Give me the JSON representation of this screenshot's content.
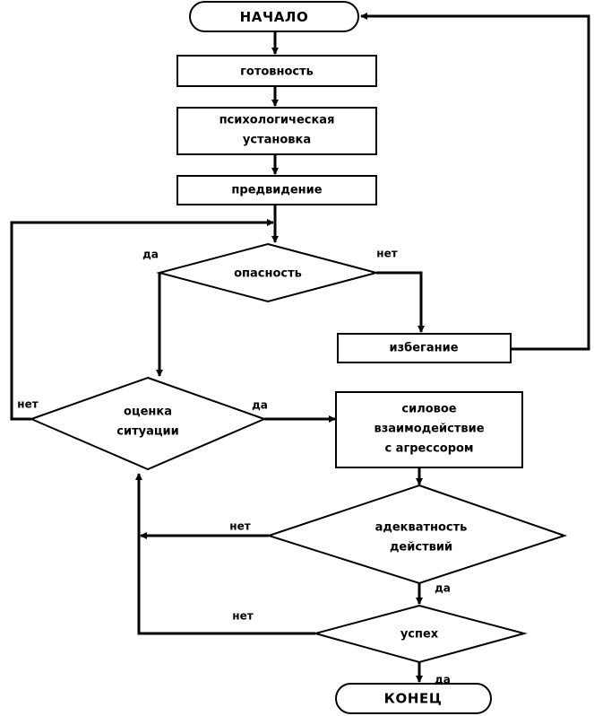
{
  "diagram": {
    "title": "",
    "language": "ru",
    "background_color": "#ffffff",
    "line_color": "#000000",
    "shape_fill": "#ffffff"
  },
  "chart_data": {
    "type": "flowchart",
    "nodes": [
      {
        "id": "start",
        "shape": "terminator",
        "label": "НАЧАЛО"
      },
      {
        "id": "ready",
        "shape": "process",
        "label": "готовность"
      },
      {
        "id": "mindset1",
        "shape": "process",
        "label": "психологическая"
      },
      {
        "id": "mindset2",
        "shape": "process",
        "label": "установка"
      },
      {
        "id": "foresee",
        "shape": "process",
        "label": "предвидение"
      },
      {
        "id": "danger",
        "shape": "decision",
        "label": "опасность"
      },
      {
        "id": "avoid",
        "shape": "process",
        "label": "избегание"
      },
      {
        "id": "assess1",
        "shape": "decision",
        "label": "оценка"
      },
      {
        "id": "assess2",
        "shape": "decision",
        "label": "ситуации"
      },
      {
        "id": "force1",
        "shape": "process",
        "label": "силовое"
      },
      {
        "id": "force2",
        "shape": "process",
        "label": "взаимодействие"
      },
      {
        "id": "force3",
        "shape": "process",
        "label": "с агрессором"
      },
      {
        "id": "adeq1",
        "shape": "decision",
        "label": "адекватность"
      },
      {
        "id": "adeq2",
        "shape": "decision",
        "label": "действий"
      },
      {
        "id": "success",
        "shape": "decision",
        "label": "успех"
      },
      {
        "id": "end",
        "shape": "terminator",
        "label": "КОНЕЦ"
      }
    ],
    "edge_labels": {
      "danger_yes": "да",
      "danger_no": "нет",
      "assess_no": "нет",
      "assess_yes": "да",
      "adeq_no": "нет",
      "adeq_yes": "да",
      "success_no": "нет",
      "success_yes": "да"
    },
    "edges": [
      {
        "from": "start",
        "to": "ready",
        "label": ""
      },
      {
        "from": "ready",
        "to": "mindset1",
        "label": ""
      },
      {
        "from": "mindset1",
        "to": "foresee",
        "label": ""
      },
      {
        "from": "foresee",
        "to": "danger",
        "label": ""
      },
      {
        "from": "danger",
        "to": "assess1",
        "label": "да"
      },
      {
        "from": "danger",
        "to": "avoid",
        "label": "нет"
      },
      {
        "from": "avoid",
        "to": "start",
        "label": ""
      },
      {
        "from": "assess1",
        "to": "danger",
        "label": "нет"
      },
      {
        "from": "assess1",
        "to": "force1",
        "label": "да"
      },
      {
        "from": "force1",
        "to": "adeq1",
        "label": ""
      },
      {
        "from": "adeq1",
        "to": "assess1",
        "label": "нет"
      },
      {
        "from": "adeq1",
        "to": "success",
        "label": "да"
      },
      {
        "from": "success",
        "to": "assess1",
        "label": "нет"
      },
      {
        "from": "success",
        "to": "end",
        "label": "да"
      }
    ]
  }
}
